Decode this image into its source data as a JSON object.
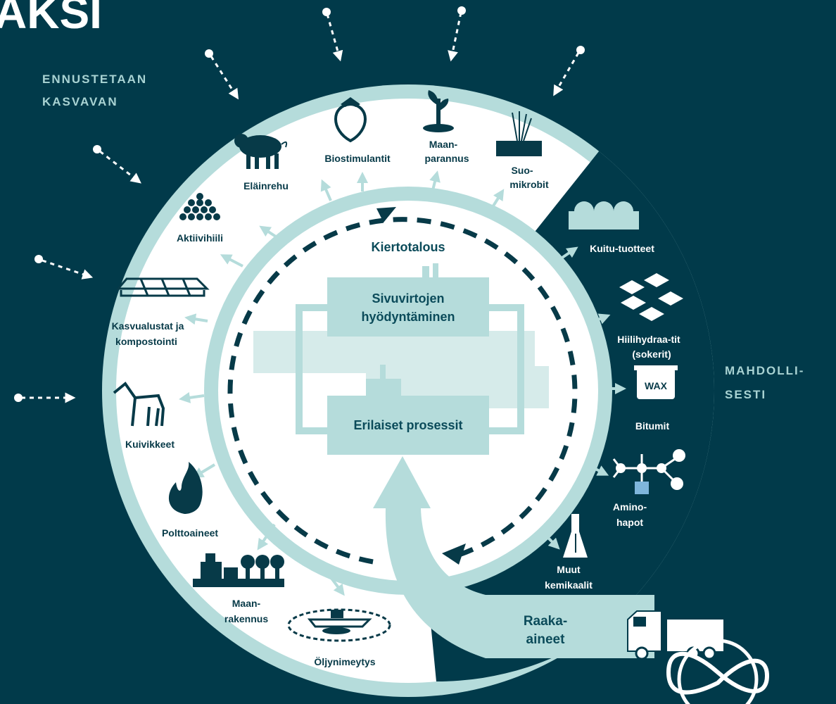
{
  "title_fragment": "AKSI",
  "side_labels": {
    "left_line1": "ENNUSTETAAN",
    "left_line2": "KASVAVAN",
    "right_line1": "MAHDOLLI-",
    "right_line2": "SESTI"
  },
  "center": {
    "cycle_label": "Kiertotalous",
    "box1_line1": "Sivuvirtojen",
    "box1_line2": "hyödyntäminen",
    "box2": "Erilaiset prosessit",
    "raw_line1": "Raaka-",
    "raw_line2": "aineet"
  },
  "left_items": {
    "elainrehu": "Eläinrehu",
    "biostimulantit": "Biostimulantit",
    "maanparannus_1": "Maan-",
    "maanparannus_2": "parannus",
    "suomikrobit_1": "Suo-",
    "suomikrobit_2": "mikrobit",
    "aktiivihiili": "Aktiivihiili",
    "kasvualustat_1": "Kasvualustat ja",
    "kasvualustat_2": "kompostointi",
    "kuivikkeet": "Kuivikkeet",
    "polttoaineet": "Polttoaineet",
    "maanrakennus_1": "Maan-",
    "maanrakennus_2": "rakennus",
    "oljynimeytys": "Öljynimeytys"
  },
  "right_items": {
    "kuitu": "Kuitu-tuotteet",
    "hiilihydraatit_1": "Hiilihydraa-tit",
    "hiilihydraatit_2": "(sokerit)",
    "wax": "WAX",
    "bitumit": "Bitumit",
    "aminohapot_1": "Amino-",
    "aminohapot_2": "hapot",
    "muut_1": "Muut",
    "muut_2": "kemikaalit"
  },
  "colors": {
    "background": "#013a4a",
    "ring": "#b5dcdb",
    "inner_light": "#ffffff",
    "accent_dark": "#073a48"
  }
}
